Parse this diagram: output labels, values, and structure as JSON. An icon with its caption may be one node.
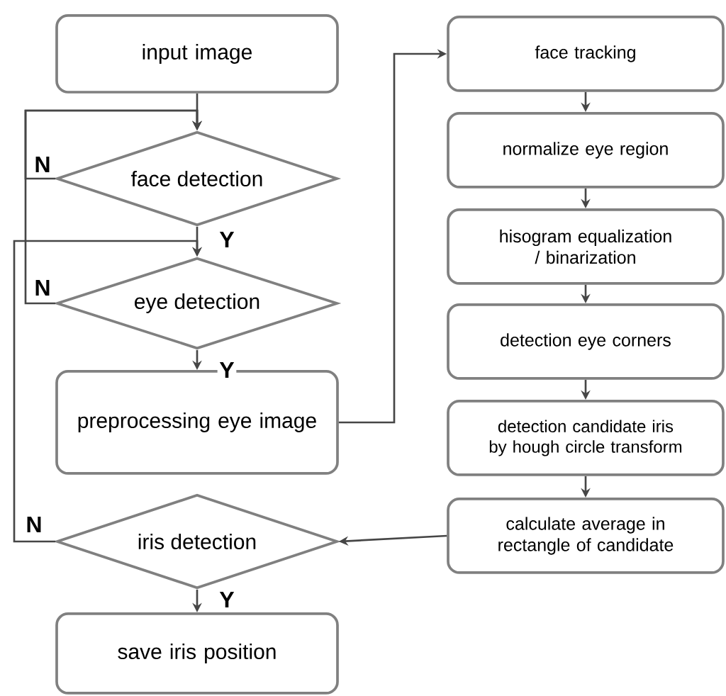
{
  "diagram": {
    "nodes": [
      {
        "text": [
          "input image"
        ]
      },
      {
        "text": [
          "face detection"
        ]
      },
      {
        "text": [
          "eye detection"
        ]
      },
      {
        "text": [
          "preprocessing eye image"
        ]
      },
      {
        "text": [
          "iris detection"
        ]
      },
      {
        "text": [
          "save iris position"
        ]
      },
      {
        "text": [
          "face tracking"
        ]
      },
      {
        "text": [
          "normalize eye region"
        ]
      },
      {
        "text": [
          "hisogram equalization / binarization"
        ]
      },
      {
        "text": [
          "detection eye corners"
        ]
      },
      {
        "text": [
          "detection candidate iris by hough circle transform"
        ]
      },
      {
        "text": [
          "calculate average in rectangle of candidate"
        ]
      }
    ],
    "edges": [
      {
        "from": 0,
        "to": 1,
        "arrow": "to"
      },
      {
        "from": 1,
        "to": 2,
        "arrow": "to",
        "label": "Y"
      },
      {
        "from": 2,
        "to": 3,
        "arrow": "to",
        "label": "Y"
      },
      {
        "from": 3,
        "to": 6,
        "arrow": "to"
      },
      {
        "from": 6,
        "to": 7,
        "arrow": "to"
      },
      {
        "from": 7,
        "to": 8,
        "arrow": "to"
      },
      {
        "from": 8,
        "to": 9,
        "arrow": "to"
      },
      {
        "from": 9,
        "to": 10,
        "arrow": "to"
      },
      {
        "from": 10,
        "to": 11,
        "arrow": "to"
      },
      {
        "from": 11,
        "to": 4,
        "arrow": "to"
      },
      {
        "from": 4,
        "to": 5,
        "arrow": "to",
        "label": "Y"
      },
      {
        "from": 1,
        "to": 1,
        "arrow": "to",
        "label": "N"
      },
      {
        "from": 2,
        "to": 1,
        "arrow": "to",
        "label": "N"
      },
      {
        "from": 4,
        "to": 2,
        "arrow": "to",
        "label": "N"
      }
    ]
  }
}
